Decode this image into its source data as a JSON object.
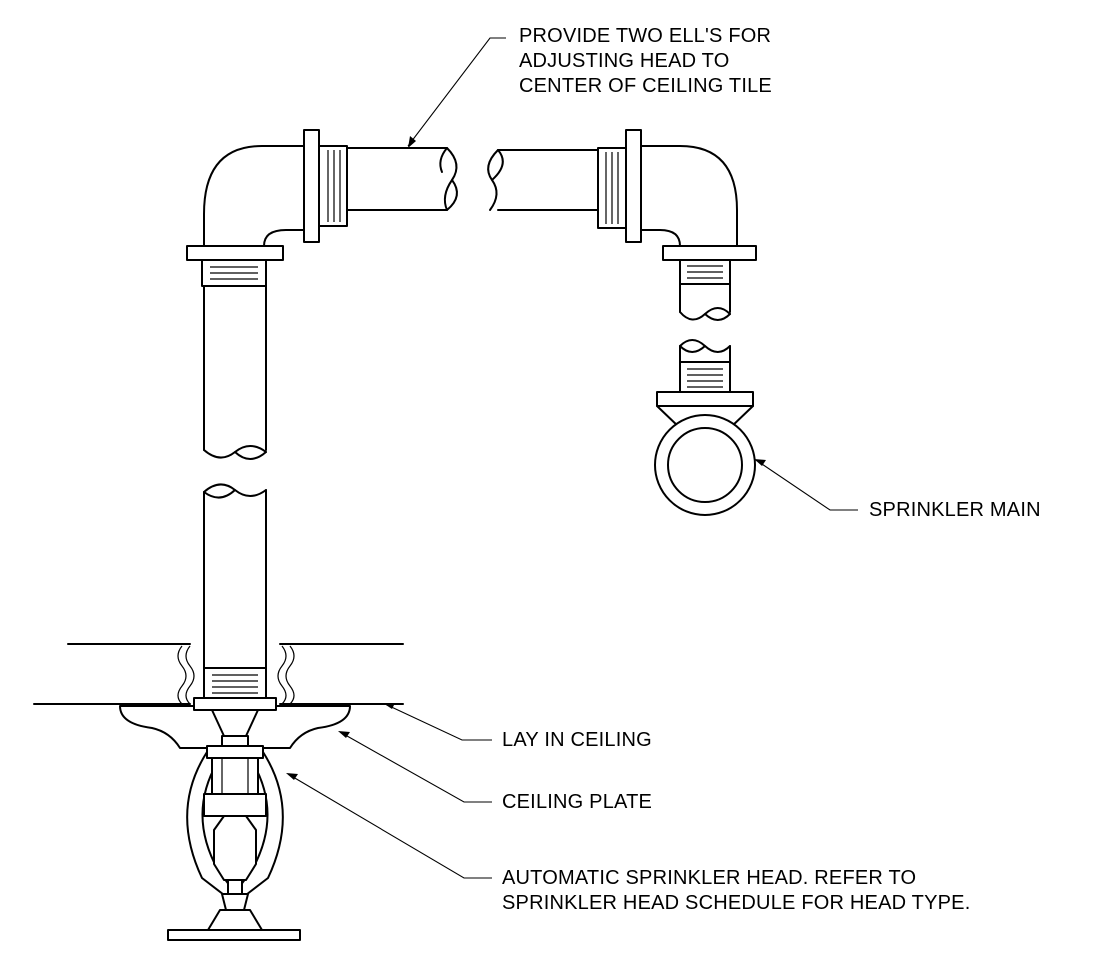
{
  "callouts": {
    "ells": [
      "PROVIDE TWO ELL'S FOR",
      "ADJUSTING HEAD TO",
      "CENTER OF CEILING TILE"
    ],
    "main": "SPRINKLER MAIN",
    "ceiling": "LAY IN CEILING",
    "plate": "CEILING PLATE",
    "head": [
      "AUTOMATIC SPRINKLER HEAD. REFER TO",
      "SPRINKLER HEAD SCHEDULE FOR HEAD TYPE."
    ]
  }
}
